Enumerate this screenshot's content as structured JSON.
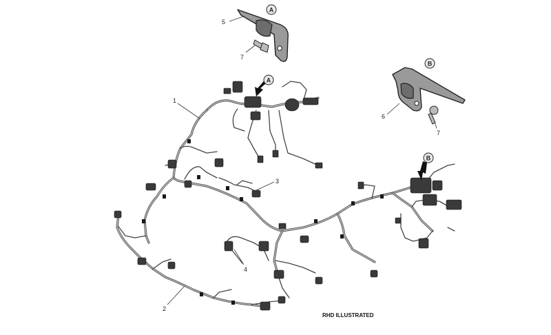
{
  "callouts": {
    "c1": "1",
    "c2": "2",
    "c3": "3",
    "c4": "4",
    "c5": "5",
    "c6": "6",
    "c7a": "7",
    "c7b": "7"
  },
  "detail_badges": {
    "a_top": "A",
    "b_top": "B",
    "a_harness": "A",
    "b_harness": "B"
  },
  "note": "RHD ILLUSTRATED"
}
